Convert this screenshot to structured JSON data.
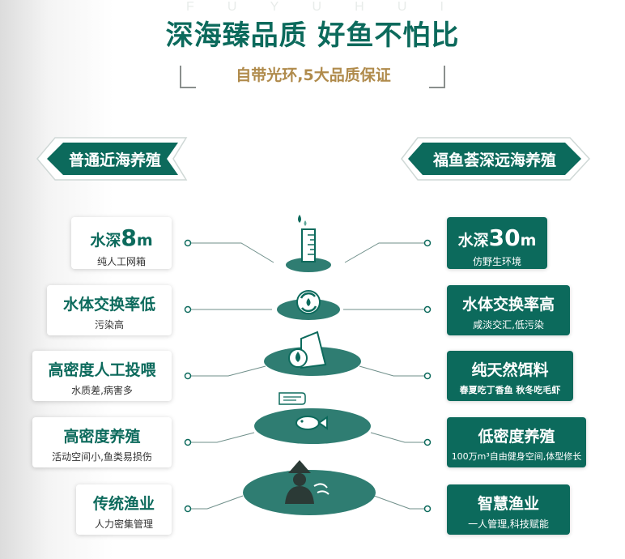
{
  "watermark": [
    "F",
    "U",
    "Y",
    "U",
    "H",
    "U",
    "I"
  ],
  "title": "深海臻品质  好鱼不怕比",
  "subtitle": "自带光环,5大品质保证",
  "left_banner": "普通近海养殖",
  "right_banner": "福鱼荟深远海养殖",
  "colors": {
    "primary": "#0c6a5c",
    "gold": "#b08b4c",
    "disc": "#2f7d72"
  },
  "left_items": [
    {
      "title_prefix": "水深",
      "title_big": "8",
      "title_suffix": "m",
      "sub": "纯人工网箱"
    },
    {
      "title": "水体交换率低",
      "sub": "污染高"
    },
    {
      "title": "高密度人工投喂",
      "sub": "水质差,病害多"
    },
    {
      "title": "高密度养殖",
      "sub": "活动空间小,鱼类易损伤"
    },
    {
      "title": "传统渔业",
      "sub": "人力密集管理"
    }
  ],
  "right_items": [
    {
      "title_prefix": "水深",
      "title_big": "30",
      "title_suffix": "m",
      "sub": "仿野生环境"
    },
    {
      "title": "水体交换率高",
      "sub": "咸淡交汇,低污染"
    },
    {
      "title": "纯天然饵料",
      "sub": "春夏吃丁香鱼  秋冬吃毛虾"
    },
    {
      "title": "低密度养殖",
      "sub": "100万m³自由健身空间,体型修长"
    },
    {
      "title": "智慧渔业",
      "sub": "一人管理,科技赋能"
    }
  ],
  "icons": [
    "depth-gauge-icon",
    "water-cycle-icon",
    "feed-bag-icon",
    "fish-icon",
    "fisherman-icon"
  ]
}
